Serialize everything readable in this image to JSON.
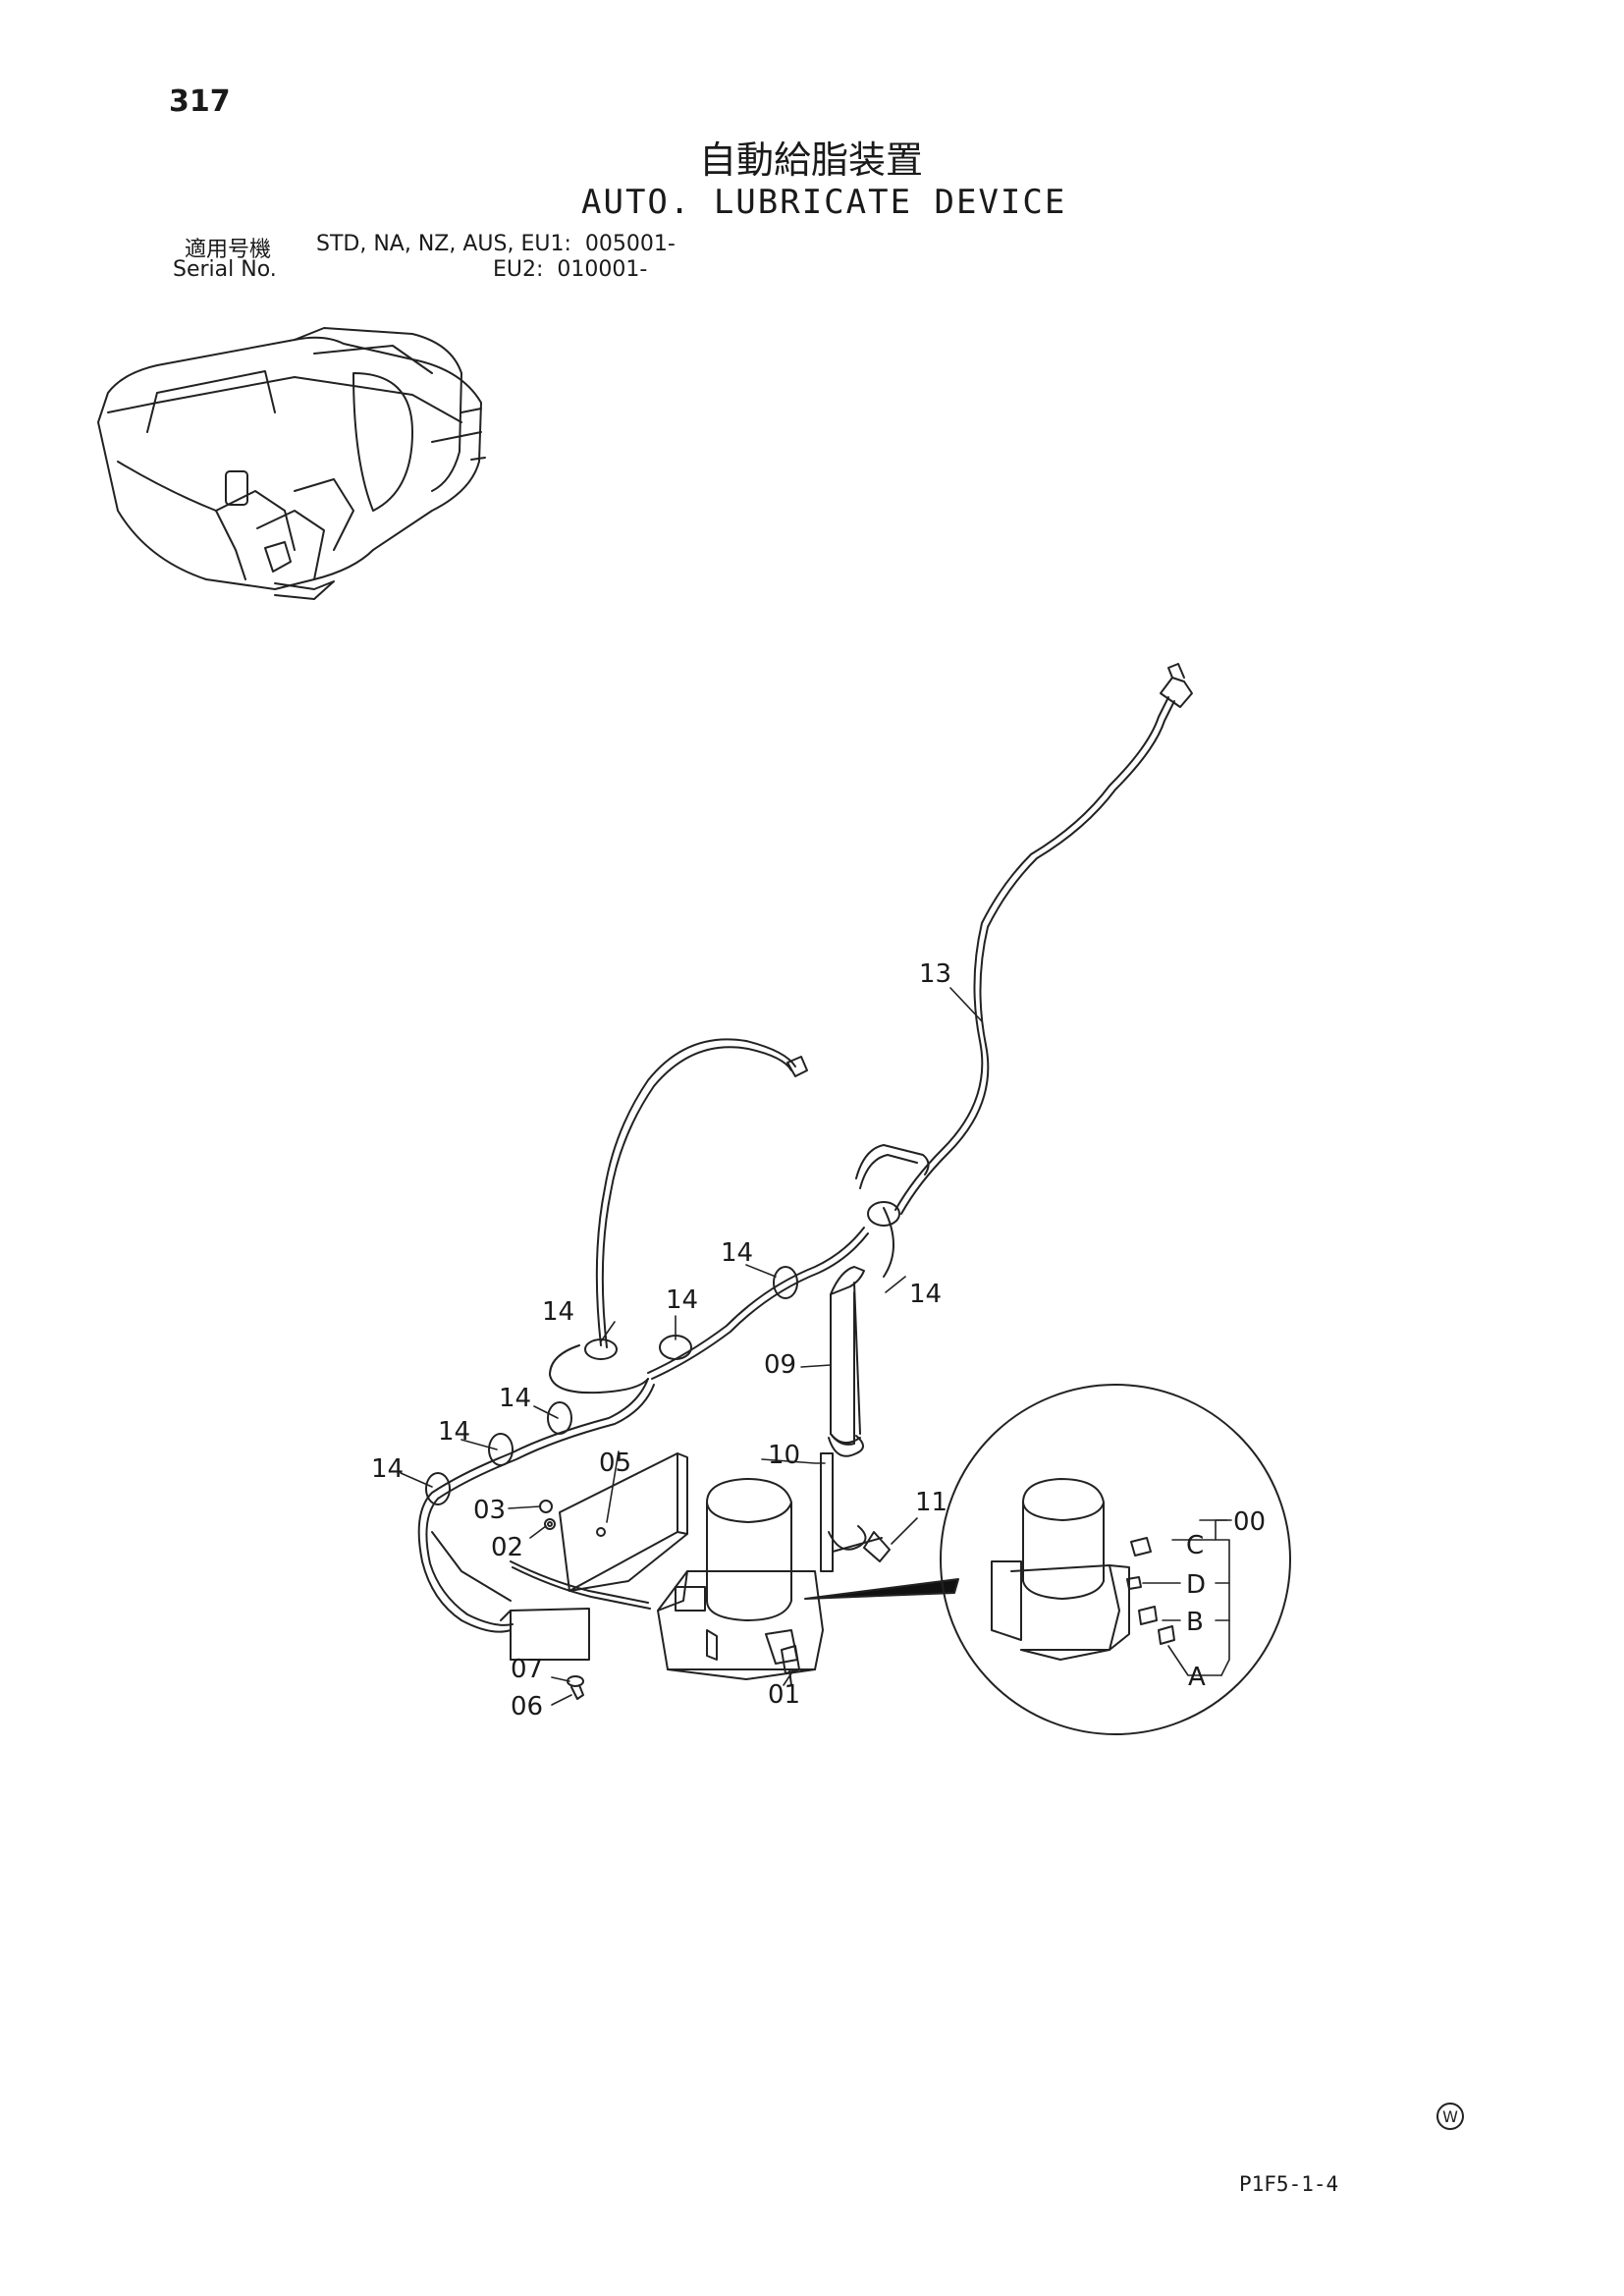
{
  "page": {
    "number": "317",
    "title_jp": "自動給脂装置",
    "title_en": "AUTO.  LUBRICATE DEVICE",
    "serial_label_jp": "適用号機",
    "serial_label_en": "Serial No.",
    "serial_range_1": "STD, NA, NZ, AUS, EU1:  005001-",
    "serial_range_2": "EU2:  010001-",
    "ref_code": "P1F5-1-4",
    "mark": "W"
  },
  "callouts": {
    "c13": "13",
    "c14a": "14",
    "c14b": "14",
    "c14c": "14",
    "c14d": "14",
    "c14e": "14",
    "c14f": "14",
    "c14g": "14",
    "c09": "09",
    "c10": "10",
    "c11": "11",
    "c05": "05",
    "c03": "03",
    "c02": "02",
    "c07": "07",
    "c06": "06",
    "c01": "01",
    "c00": "00",
    "cA": "A",
    "cB": "B",
    "cC": "C",
    "cD": "D"
  },
  "icons": {
    "machine_overview": "excavator-upper-structure-icon",
    "lubricator_pump": "grease-pump-icon",
    "grease_cartridge": "grease-cartridge-icon",
    "watermark": "circled-w-icon"
  }
}
